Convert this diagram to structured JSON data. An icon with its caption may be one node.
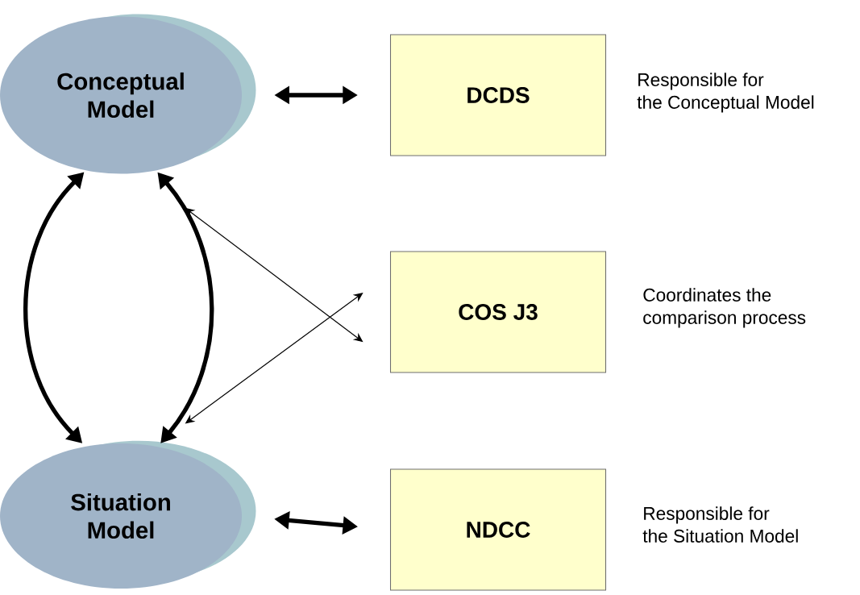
{
  "diagram": {
    "nodes": [
      {
        "text": [
          "Conceptual Model"
        ]
      },
      {
        "text": [
          "DCDS"
        ],
        "beside": [
          "Responsible for the Conceptual Model"
        ]
      },
      {
        "text": [
          "COS J3"
        ],
        "beside": [
          "Coordinates the comparison process"
        ]
      },
      {
        "text": [
          "Situation Model"
        ]
      },
      {
        "text": [
          "NDCC"
        ],
        "beside": [
          "Responsible for the Situation Model"
        ]
      }
    ],
    "edges": [
      {
        "from": 0,
        "to": 1,
        "arrow": "both"
      },
      {
        "from": 0,
        "to": 3,
        "arrow": "both"
      },
      {
        "from": 0,
        "to": 3,
        "arrow": "both"
      },
      {
        "from": 2,
        "to": 0,
        "arrow": "both"
      },
      {
        "from": 2,
        "to": 3,
        "arrow": "both"
      },
      {
        "from": 3,
        "to": 4,
        "arrow": "both"
      }
    ]
  }
}
